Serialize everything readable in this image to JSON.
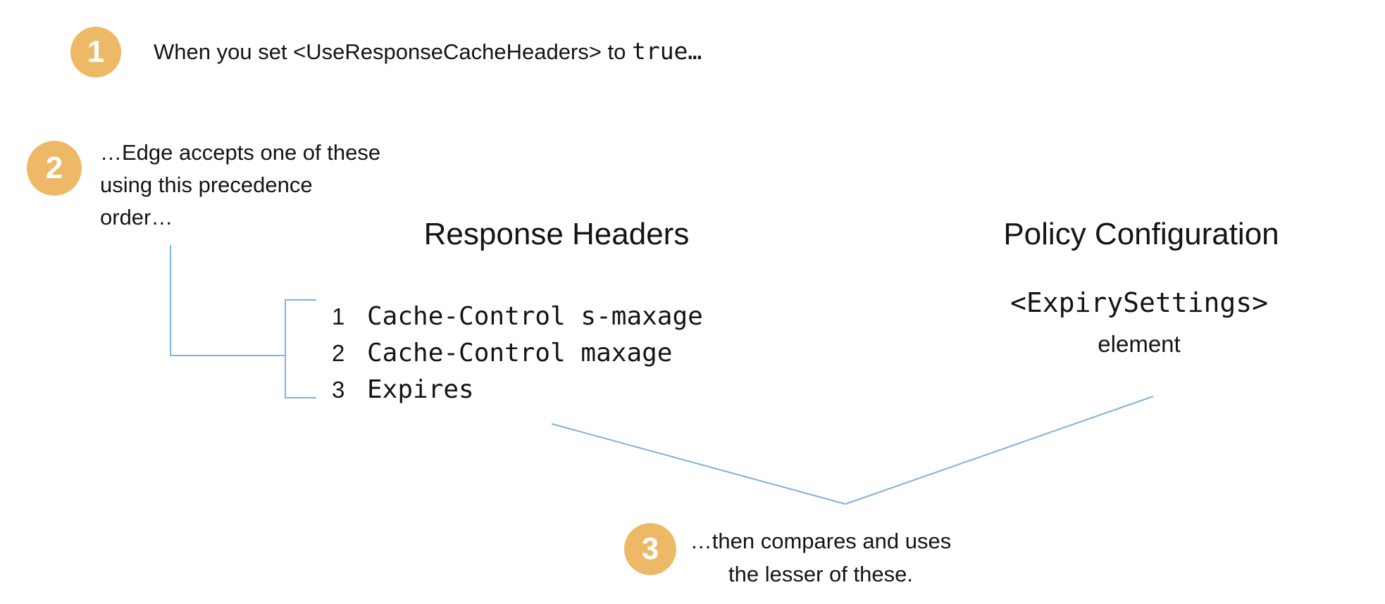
{
  "colors": {
    "accent_orange": "#EEB966",
    "connector_blue": "#7FB2DE",
    "text": "#141414",
    "background": "#FFFFFF"
  },
  "steps": [
    {
      "number": "1",
      "text_prefix": "When you set <UseResponseCacheHeaders> to ",
      "text_code": "true…"
    },
    {
      "number": "2",
      "line1": "…Edge accepts one of these",
      "line2": "using this precedence",
      "line3": "order…"
    },
    {
      "number": "3",
      "line1": "…then compares and uses",
      "line2": "the lesser of these."
    }
  ],
  "response_headers": {
    "title": "Response Headers",
    "items": [
      {
        "rank": "1",
        "header": "Cache-Control s-maxage"
      },
      {
        "rank": "2",
        "header": "Cache-Control maxage"
      },
      {
        "rank": "3",
        "header": "Expires"
      }
    ]
  },
  "policy_configuration": {
    "title": "Policy Configuration",
    "code": "<ExpirySettings>",
    "label": "element"
  }
}
